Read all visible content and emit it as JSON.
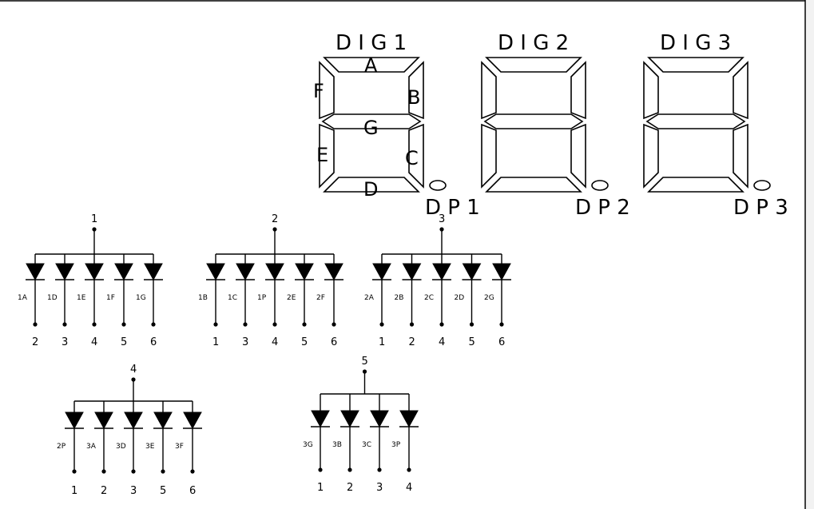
{
  "digits": [
    {
      "label": "D I G 1",
      "dp": "D P 1"
    },
    {
      "label": "D I G 2",
      "dp": "D P 2"
    },
    {
      "label": "D I G 3",
      "dp": "D P 3"
    }
  ],
  "segment_labels": {
    "a": "A",
    "b": "B",
    "c": "C",
    "d": "D",
    "e": "E",
    "f": "F",
    "g": "G"
  },
  "groups": [
    {
      "common": "1",
      "diodes": [
        {
          "label": "1A",
          "pin": "2"
        },
        {
          "label": "1D",
          "pin": "3"
        },
        {
          "label": "1E",
          "pin": "4"
        },
        {
          "label": "1F",
          "pin": "5"
        },
        {
          "label": "1G",
          "pin": "6"
        }
      ]
    },
    {
      "common": "2",
      "diodes": [
        {
          "label": "1B",
          "pin": "1"
        },
        {
          "label": "1C",
          "pin": "3"
        },
        {
          "label": "1P",
          "pin": "4"
        },
        {
          "label": "2E",
          "pin": "5"
        },
        {
          "label": "2F",
          "pin": "6"
        }
      ]
    },
    {
      "common": "3",
      "diodes": [
        {
          "label": "2A",
          "pin": "1"
        },
        {
          "label": "2B",
          "pin": "2"
        },
        {
          "label": "2C",
          "pin": "4"
        },
        {
          "label": "2D",
          "pin": "5"
        },
        {
          "label": "2G",
          "pin": "6"
        }
      ]
    },
    {
      "common": "4",
      "diodes": [
        {
          "label": "2P",
          "pin": "1"
        },
        {
          "label": "3A",
          "pin": "2"
        },
        {
          "label": "3D",
          "pin": "3"
        },
        {
          "label": "3E",
          "pin": "5"
        },
        {
          "label": "3F",
          "pin": "6"
        }
      ]
    },
    {
      "common": "5",
      "diodes": [
        {
          "label": "3G",
          "pin": "1"
        },
        {
          "label": "3B",
          "pin": "2"
        },
        {
          "label": "3C",
          "pin": "3"
        },
        {
          "label": "3P",
          "pin": "4"
        }
      ]
    }
  ]
}
